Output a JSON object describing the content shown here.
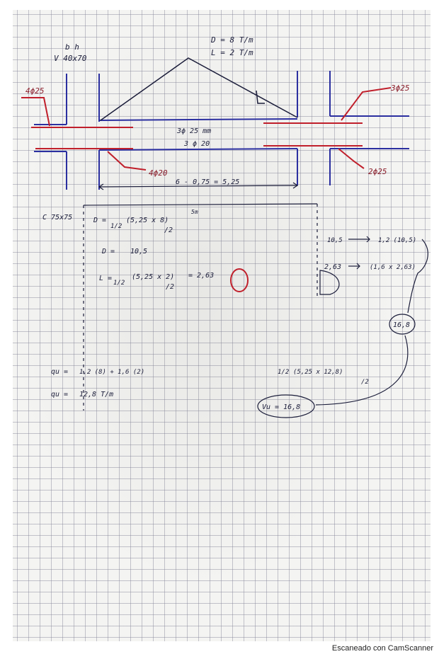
{
  "header": {
    "section_bh": "b  h",
    "beam_label": "V 40x70",
    "dead_load": "D =  8 T/m",
    "live_load": "L =  2 T/m"
  },
  "rebar": {
    "top_left": "4ϕ25",
    "top_right": "3ϕ25",
    "top_center": "3ϕ 25 mm",
    "bottom_center": "3 ϕ 20",
    "bottom_left": "4ϕ20",
    "bottom_right": "2ϕ25"
  },
  "span": {
    "clear_span": "6 - 0,75 = 5,25",
    "m_label": "5m"
  },
  "column_label": "C 75x75",
  "calc": {
    "d_formula_1": "D =",
    "d_formula_frac": "1/2",
    "d_formula_paren": "(5,25 x 8)",
    "d_formula_div": "/2",
    "d_result_label": "D =",
    "d_result_value": "10,5",
    "l_formula_label": "L =",
    "l_formula_frac": "1/2",
    "l_formula_paren": "(5,25 x 2)",
    "l_formula_div": "/2",
    "l_result": "= 2,63",
    "right_1": "10,5",
    "right_1_calc": "1,2 (10,5)",
    "right_2": "2,63",
    "right_2_calc": "(1,6 x 2,63)",
    "right_total": "16,8",
    "qu_formula_label": "qu =",
    "qu_formula": "1,2 (8)   + 1,6 (2)",
    "qu_result_label": "qu =",
    "qu_result": "12,8 T/m",
    "vu_frac": "1/2",
    "vu_formula": "(5,25   x 12,8)",
    "vu_div": "/2",
    "vu_result": "Vu = 16,8"
  },
  "footer": "Escaneado con CamScanner",
  "colors": {
    "blue_line": "#2b2fa0",
    "red_line": "#c01f2b",
    "ink": "#1b1d3a"
  }
}
